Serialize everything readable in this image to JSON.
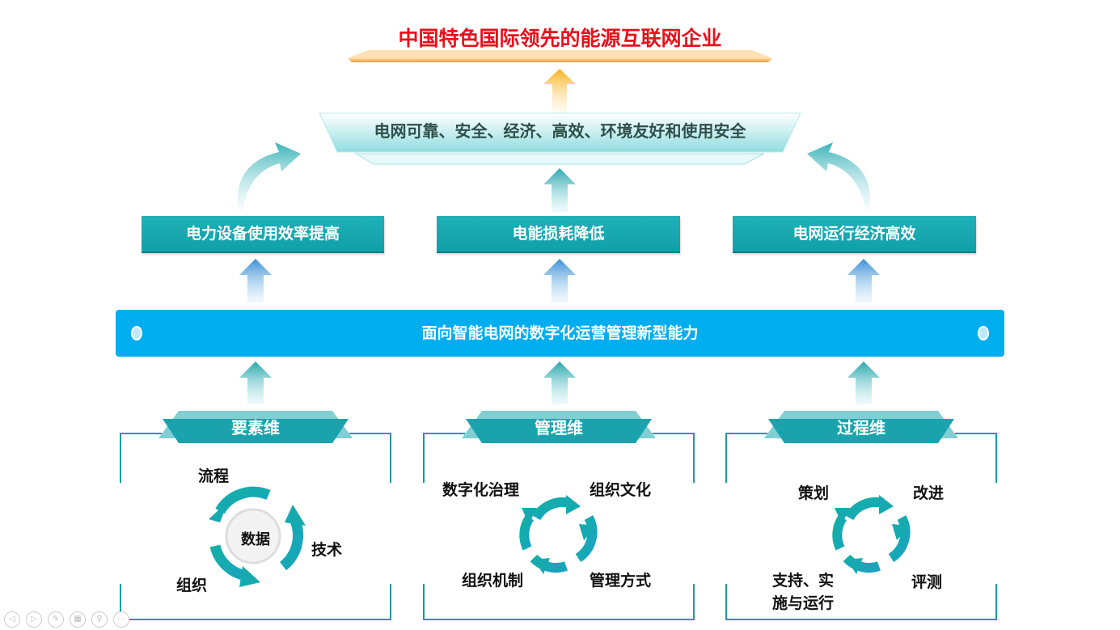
{
  "title": "中国特色国际领先的能源互联网企业",
  "goal": "电网可靠、安全、经济、高效、环境友好和使用安全",
  "outcomes": [
    "电力设备使用效率提高",
    "电能损耗降低",
    "电网运行经济高效"
  ],
  "capability": "面向智能电网的数字化运营管理新型能力",
  "panels": [
    {
      "title": "要素维",
      "center": "数据",
      "labels": [
        "流程",
        "技术",
        "组织"
      ]
    },
    {
      "title": "管理维",
      "labels": [
        "数字化治理",
        "组织文化",
        "组织机制",
        "管理方式"
      ]
    },
    {
      "title": "过程维",
      "labels": [
        "策划",
        "改进",
        "支持、实",
        "施与运行",
        "评测"
      ]
    }
  ],
  "colors": {
    "title": "#e8101a",
    "teal": "#1aa3ad",
    "blue": "#00aeef",
    "gold": "#f5b21e"
  },
  "nav_icons": [
    "prev-icon",
    "next-icon",
    "pen-icon",
    "slides-icon",
    "zoom-icon",
    "more-icon"
  ]
}
